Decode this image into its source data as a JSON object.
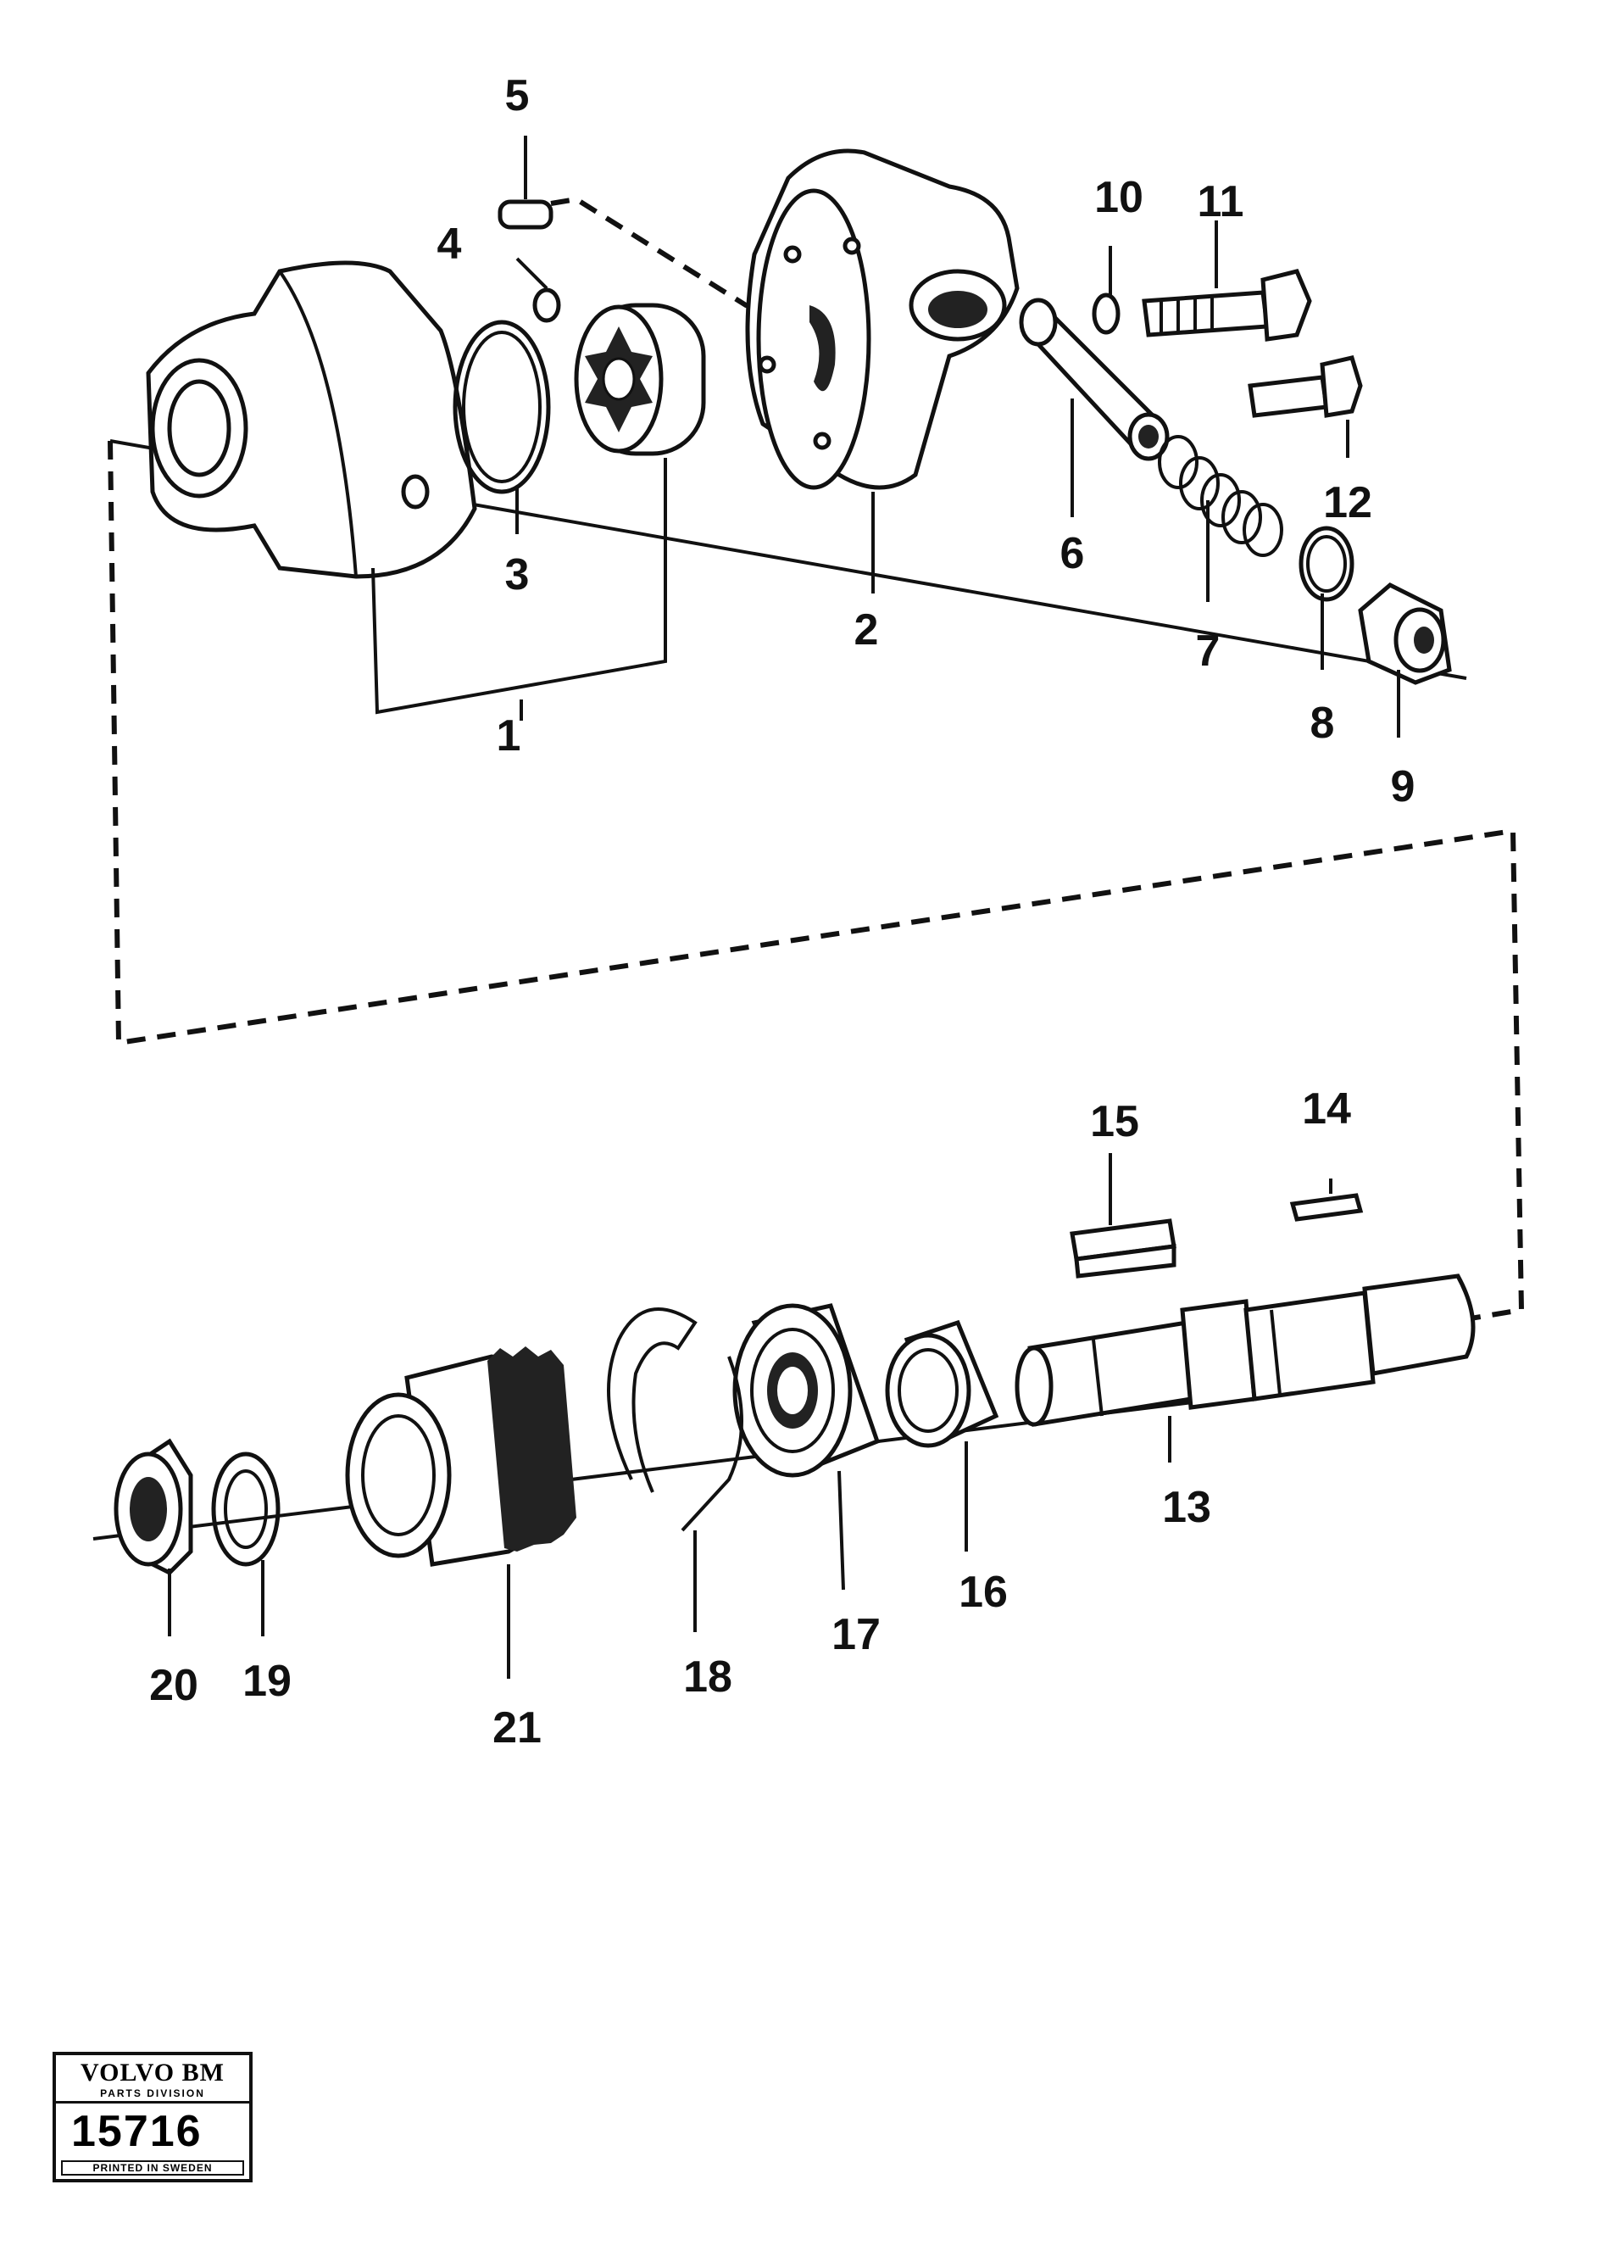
{
  "callouts": [
    "1",
    "2",
    "3",
    "4",
    "5",
    "6",
    "7",
    "8",
    "9",
    "10",
    "11",
    "12",
    "13",
    "14",
    "15",
    "16",
    "17",
    "18",
    "19",
    "20",
    "21"
  ],
  "logo": {
    "brand": "VOLVO BM",
    "division": "PARTS DIVISION",
    "number": "15716",
    "printed": "PRINTED IN SWEDEN"
  }
}
